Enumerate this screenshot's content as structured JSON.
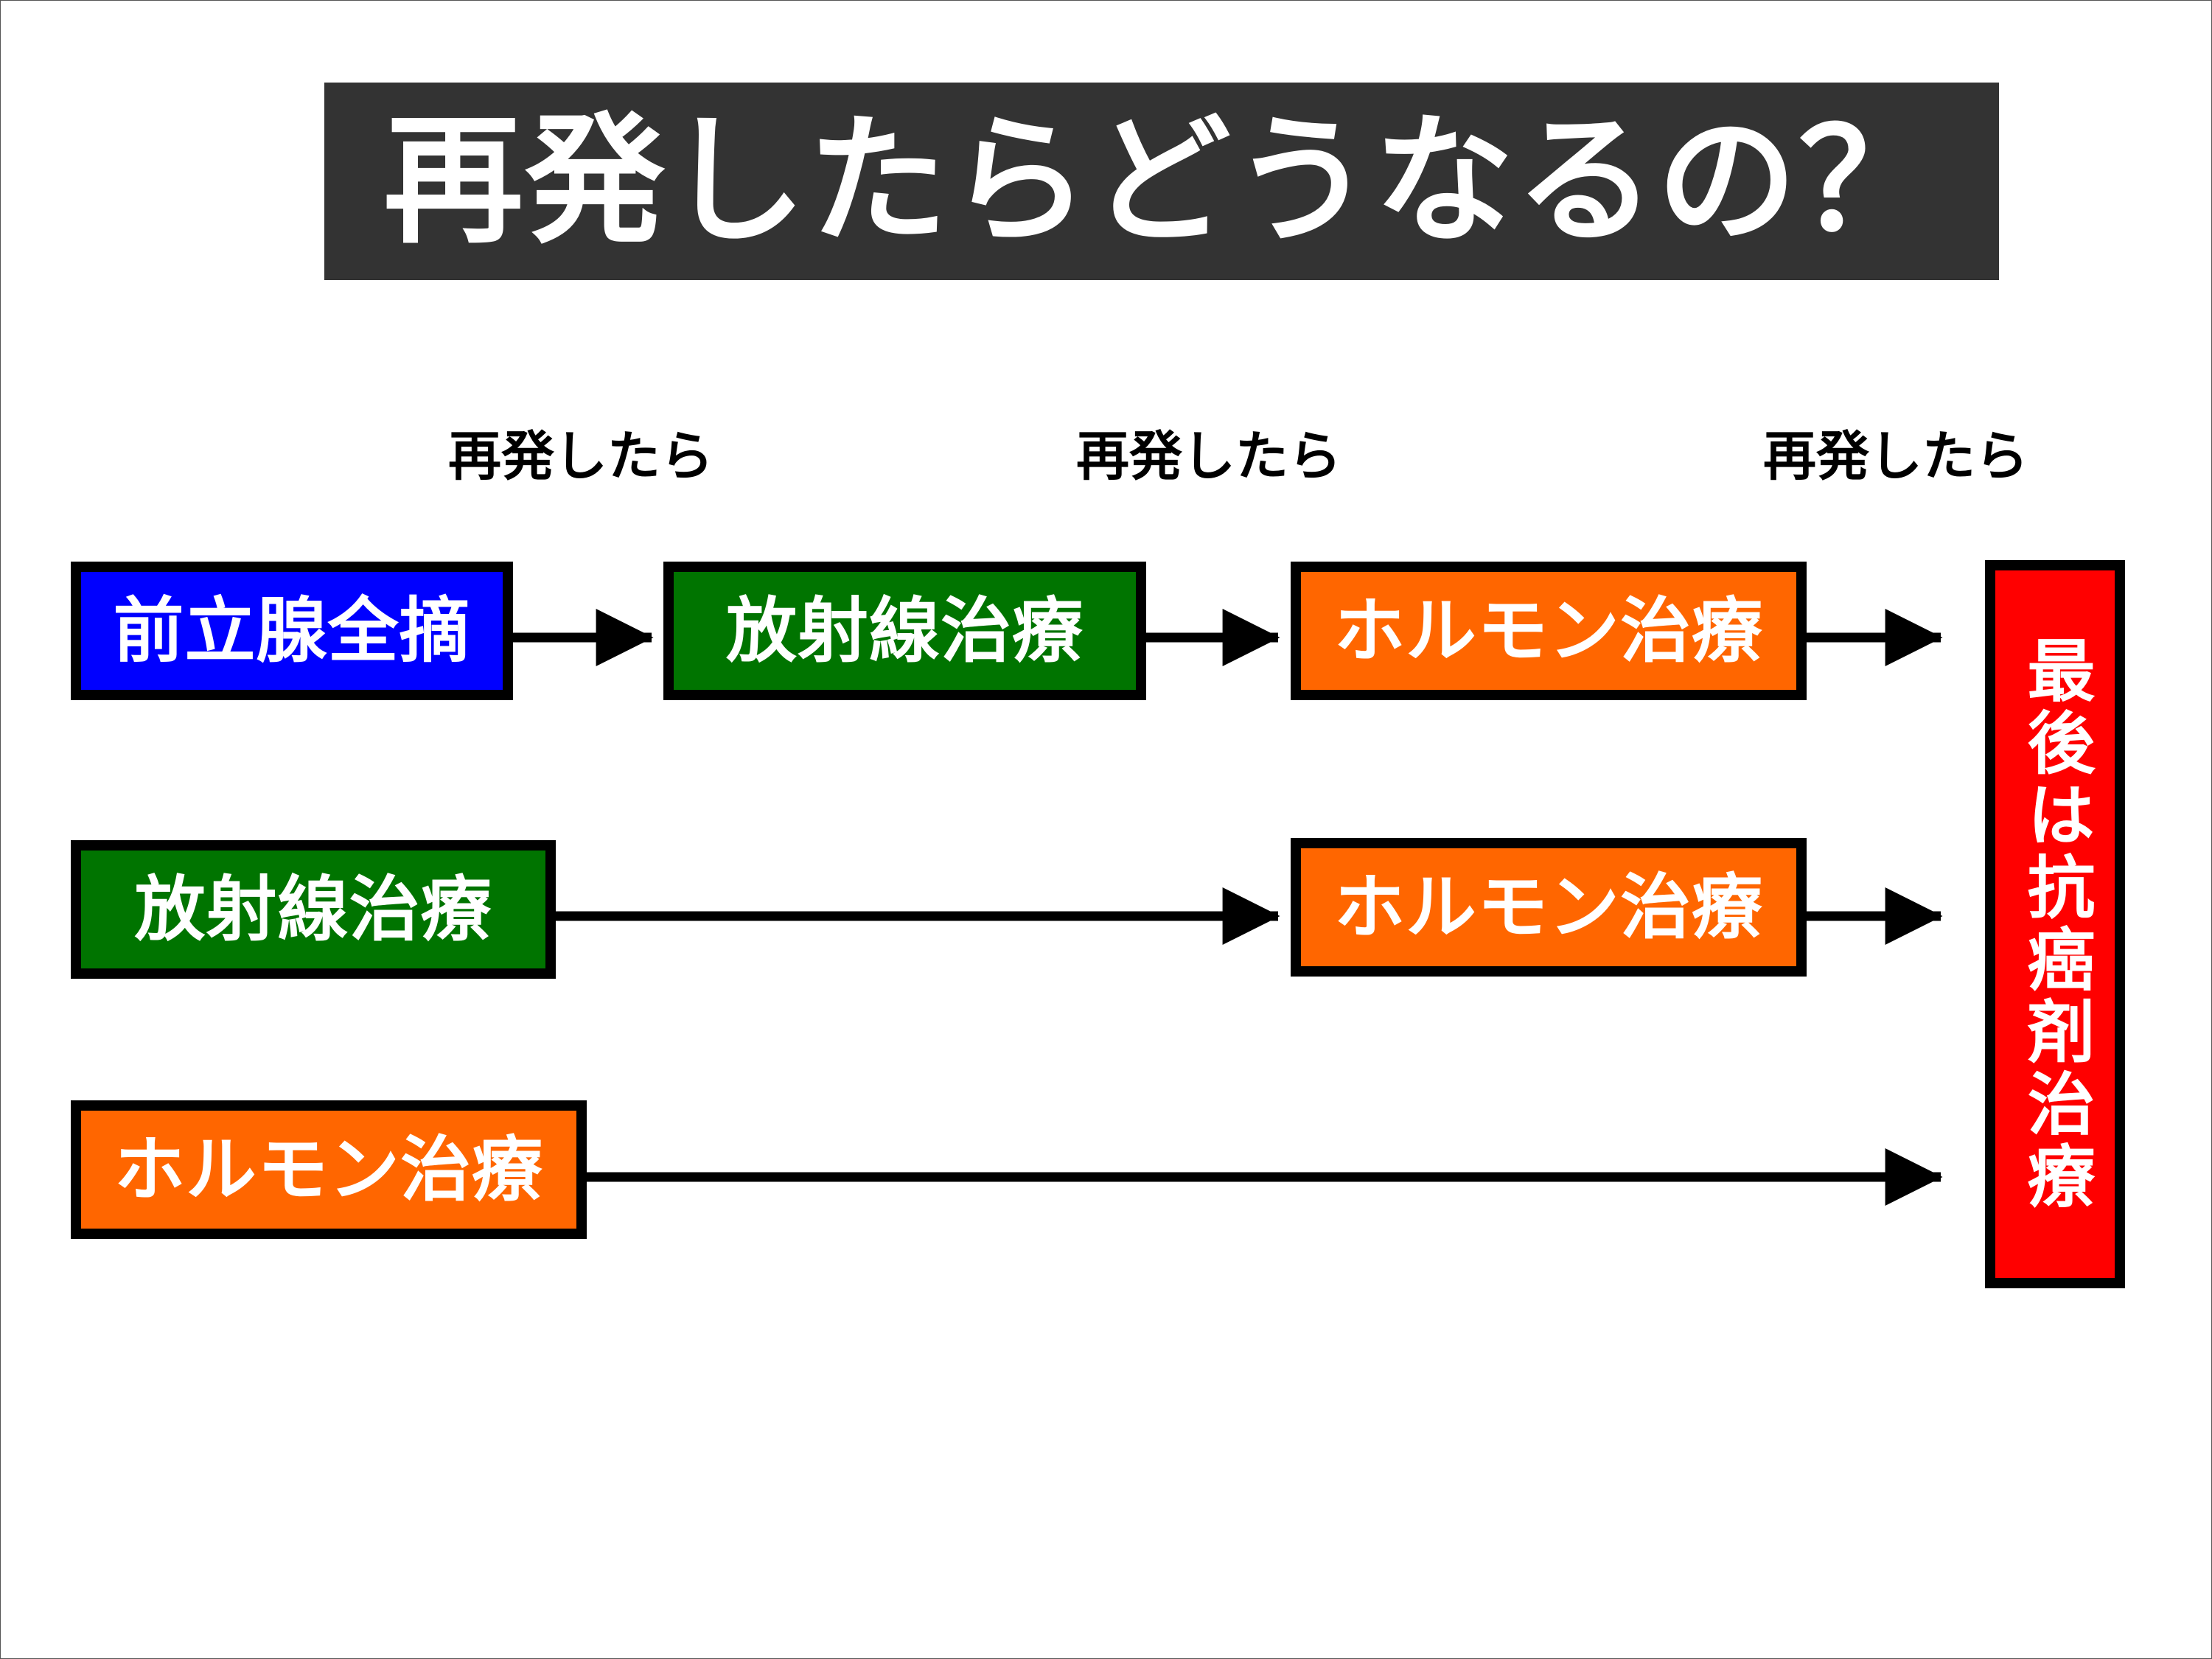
{
  "title": "再発したらどうなるの？",
  "recur_labels": [
    "再発したら",
    "再発したら",
    "再発したら"
  ],
  "rows": [
    {
      "boxes": [
        "前立腺全摘",
        "放射線治療",
        "ホルモン治療"
      ]
    },
    {
      "boxes": [
        "放射線治療",
        "ホルモン治療"
      ]
    },
    {
      "boxes": [
        "ホルモン治療"
      ]
    }
  ],
  "final_box": "最後は抗癌剤治療",
  "colors": {
    "banner": "#333333",
    "surgery": "#0000ff",
    "radiation": "#007400",
    "hormone": "#ff6600",
    "chemo": "#ff0000",
    "arrow": "#000000"
  }
}
